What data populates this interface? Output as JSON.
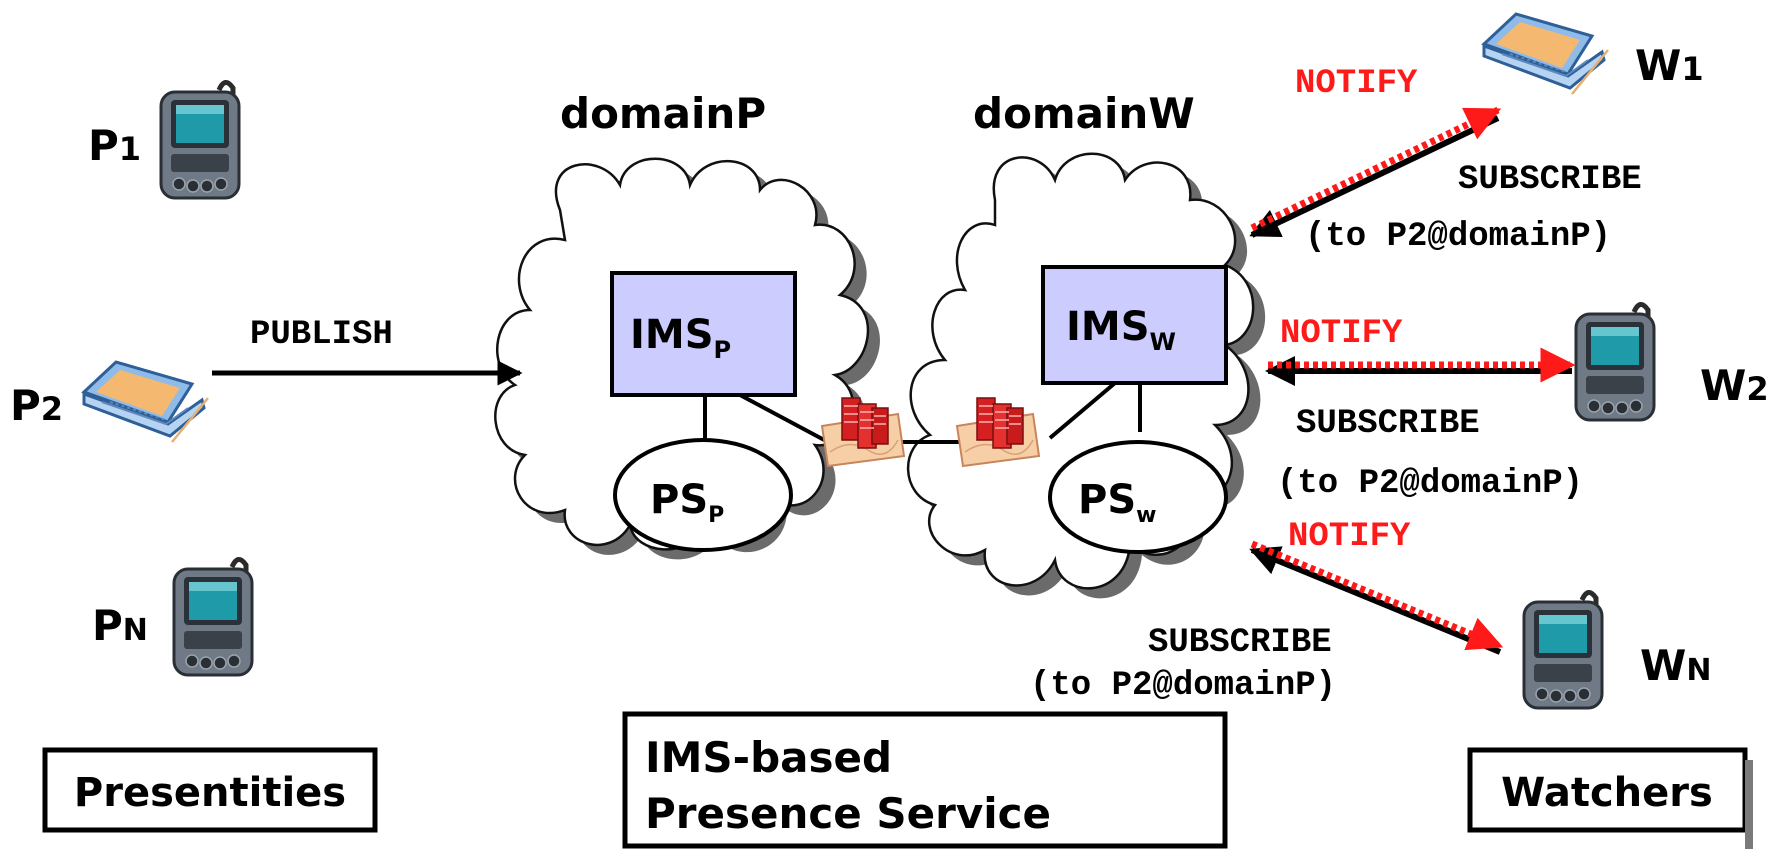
{
  "presentities": {
    "p1": {
      "main": "P",
      "sub": "1"
    },
    "p2": {
      "main": "P",
      "sub": "2"
    },
    "pn": {
      "main": "P",
      "sub": "N"
    },
    "box_label": "Presentities"
  },
  "watchers": {
    "w1": {
      "main": "W",
      "sub": "1"
    },
    "w2": {
      "main": "W",
      "sub": "2"
    },
    "wn": {
      "main": "W",
      "sub": "N"
    },
    "box_label": "Watchers"
  },
  "domains": {
    "p": {
      "title": "domainP",
      "ims": {
        "main": "IMS",
        "sub": "P"
      },
      "ps": {
        "main": "PS",
        "sub": "P"
      }
    },
    "w": {
      "title": "domainW",
      "ims": {
        "main": "IMS",
        "sub": "W"
      },
      "ps": {
        "main": "PS",
        "sub": "w"
      }
    }
  },
  "messages": {
    "publish": "PUBLISH",
    "w1_notify": "NOTIFY",
    "w1_subscribe": "SUBSCRIBE",
    "w1_target": "(to P2@domainP)",
    "w2_notify": "NOTIFY",
    "w2_subscribe": "SUBSCRIBE",
    "w2_target": "(to P2@domainP)",
    "wn_notify": "NOTIFY",
    "wn_subscribe": "SUBSCRIBE",
    "wn_target": "(to P2@domainP)"
  },
  "service_box": {
    "line1": "IMS-based",
    "line2": "Presence Service"
  },
  "colors": {
    "notify": "#ff1a1a",
    "ims_fill": "#ccccff",
    "laptop_screen": "#f4b870",
    "laptop_body": "#8fbbe8",
    "pda_screen": "#1f9aa8",
    "pda_body": "#6f7a86",
    "firewall": "#e03030"
  },
  "icons": {
    "pda": "pda-icon",
    "laptop": "laptop-icon",
    "firewall": "firewall-server-icon"
  }
}
